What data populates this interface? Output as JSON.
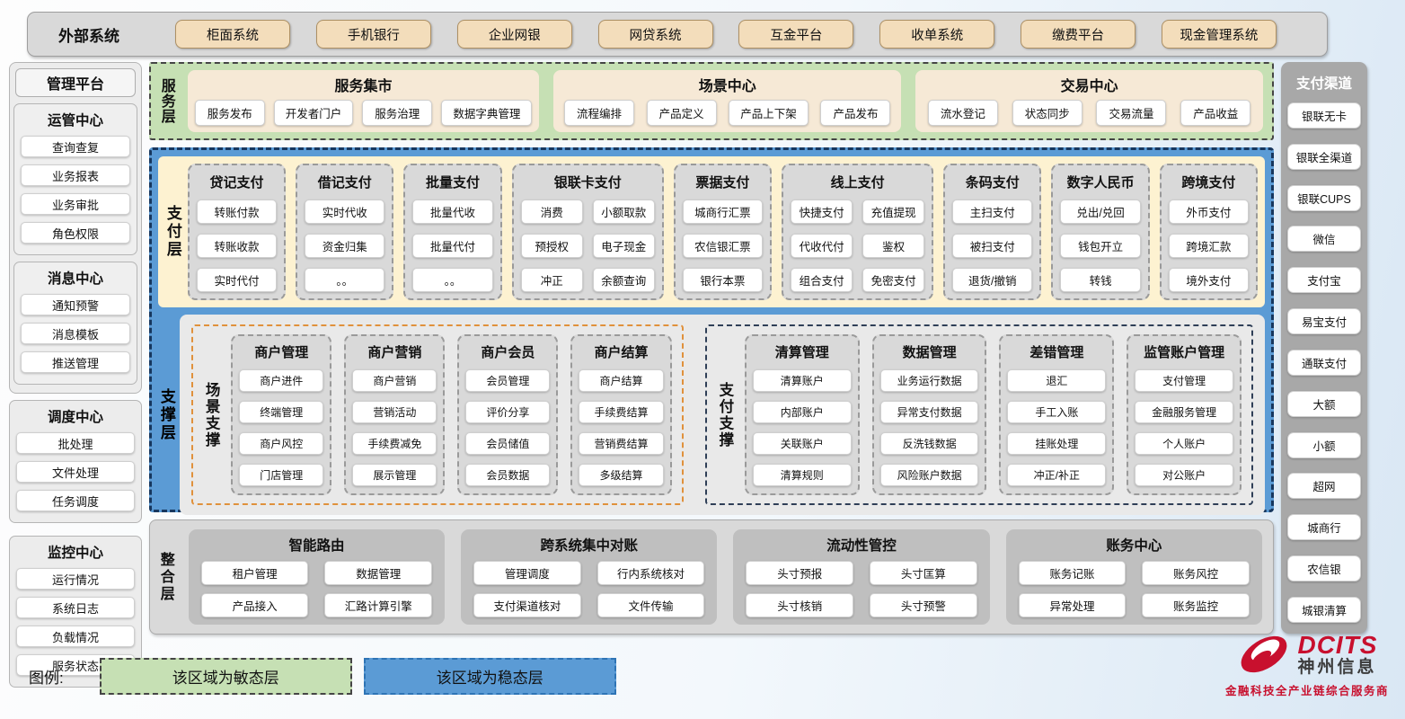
{
  "external": {
    "label": "外部系统",
    "systems": [
      "柜面系统",
      "手机银行",
      "企业网银",
      "网贷系统",
      "互金平台",
      "收单系统",
      "缴费平台",
      "现金管理系统"
    ]
  },
  "management": {
    "title": "管理平台",
    "group_sets": [
      [
        {
          "title": "运管中心",
          "items": [
            "查询查复",
            "业务报表",
            "业务审批",
            "角色权限"
          ]
        },
        {
          "title": "消息中心",
          "items": [
            "通知预警",
            "消息模板",
            "推送管理"
          ]
        }
      ],
      [
        {
          "title": "调度中心",
          "items": [
            "批处理",
            "文件处理",
            "任务调度"
          ]
        }
      ],
      [
        {
          "title": "监控中心",
          "items": [
            "运行情况",
            "系统日志",
            "负载情况",
            "服务状态"
          ]
        }
      ]
    ]
  },
  "service_layer": {
    "label": "服务层",
    "groups": [
      {
        "title": "服务集市",
        "items": [
          "服务发布",
          "开发者门户",
          "服务治理",
          "数据字典管理"
        ]
      },
      {
        "title": "场景中心",
        "items": [
          "流程编排",
          "产品定义",
          "产品上下架",
          "产品发布"
        ]
      },
      {
        "title": "交易中心",
        "items": [
          "流水登记",
          "状态同步",
          "交易流量",
          "产品收益"
        ]
      }
    ]
  },
  "payment_layer": {
    "label": "支付层",
    "columns": [
      {
        "title": "贷记支付",
        "cols": 1,
        "items": [
          "转账付款",
          "转账收款",
          "实时代付"
        ]
      },
      {
        "title": "借记支付",
        "cols": 1,
        "items": [
          "实时代收",
          "资金归集",
          "。。"
        ]
      },
      {
        "title": "批量支付",
        "cols": 1,
        "items": [
          "批量代收",
          "批量代付",
          "。。"
        ]
      },
      {
        "title": "银联卡支付",
        "cols": 2,
        "items": [
          "消费",
          "小额取款",
          "预授权",
          "电子现金",
          "冲正",
          "余额查询"
        ]
      },
      {
        "title": "票据支付",
        "cols": 1,
        "items": [
          "城商行汇票",
          "农信银汇票",
          "银行本票"
        ]
      },
      {
        "title": "线上支付",
        "cols": 2,
        "items": [
          "快捷支付",
          "充值提现",
          "代收代付",
          "鉴权",
          "组合支付",
          "免密支付"
        ]
      },
      {
        "title": "条码支付",
        "cols": 1,
        "items": [
          "主扫支付",
          "被扫支付",
          "退货/撤销"
        ]
      },
      {
        "title": "数字人民币",
        "cols": 1,
        "items": [
          "兑出/兑回",
          "钱包开立",
          "转钱"
        ]
      },
      {
        "title": "跨境支付",
        "cols": 1,
        "items": [
          "外币支付",
          "跨境汇款",
          "境外支付"
        ]
      }
    ]
  },
  "support_layer": {
    "label": "支撑层",
    "zones": [
      {
        "label": "场景支撑",
        "style": "scene",
        "columns": [
          {
            "title": "商户管理",
            "items": [
              "商户进件",
              "终端管理",
              "商户风控",
              "门店管理"
            ]
          },
          {
            "title": "商户营销",
            "items": [
              "商户营销",
              "营销活动",
              "手续费减免",
              "展示管理"
            ]
          },
          {
            "title": "商户会员",
            "items": [
              "会员管理",
              "评价分享",
              "会员储值",
              "会员数据"
            ]
          },
          {
            "title": "商户结算",
            "items": [
              "商户结算",
              "手续费结算",
              "营销费结算",
              "多级结算"
            ]
          }
        ]
      },
      {
        "label": "支付支撑",
        "style": "pay",
        "columns": [
          {
            "title": "清算管理",
            "items": [
              "清算账户",
              "内部账户",
              "关联账户",
              "清算规则"
            ]
          },
          {
            "title": "数据管理",
            "items": [
              "业务运行数据",
              "异常支付数据",
              "反洗钱数据",
              "风险账户数据"
            ]
          },
          {
            "title": "差错管理",
            "items": [
              "退汇",
              "手工入账",
              "挂账处理",
              "冲正/补正"
            ]
          },
          {
            "title": "监管账户管理",
            "items": [
              "支付管理",
              "金融服务管理",
              "个人账户",
              "对公账户"
            ]
          }
        ]
      }
    ]
  },
  "integration_layer": {
    "label": "整合层",
    "groups": [
      {
        "title": "智能路由",
        "items": [
          "租户管理",
          "数据管理",
          "产品接入",
          "汇路计算引擎"
        ]
      },
      {
        "title": "跨系统集中对账",
        "items": [
          "管理调度",
          "行内系统核对",
          "支付渠道核对",
          "文件传输"
        ]
      },
      {
        "title": "流动性管控",
        "items": [
          "头寸预报",
          "头寸匡算",
          "头寸核销",
          "头寸预警"
        ]
      },
      {
        "title": "账务中心",
        "items": [
          "账务记账",
          "账务风控",
          "异常处理",
          "账务监控"
        ]
      }
    ]
  },
  "channels": {
    "title": "支付渠道",
    "items": [
      "银联无卡",
      "银联全渠道",
      "银联CUPS",
      "微信",
      "支付宝",
      "易宝支付",
      "通联支付",
      "大额",
      "小额",
      "超网",
      "城商行",
      "农信银",
      "城银清算"
    ]
  },
  "legend": {
    "label": "图例:",
    "items": [
      {
        "text": "该区域为敏态层",
        "style": "agile"
      },
      {
        "text": "该区域为稳态层",
        "style": "stable"
      }
    ]
  },
  "logo": {
    "name": "DCITS",
    "cn": "神州信息",
    "tagline": "金融科技全产业链综合服务商"
  },
  "colors": {
    "agile_green": "#c6e0b4",
    "stable_blue": "#5b9bd5",
    "panel_gray": "#d9d9d9",
    "channel_gray": "#a8a8a8",
    "cream": "#fdf2d1",
    "tan": "#f3ddbb",
    "brand_red": "#c8102e"
  }
}
